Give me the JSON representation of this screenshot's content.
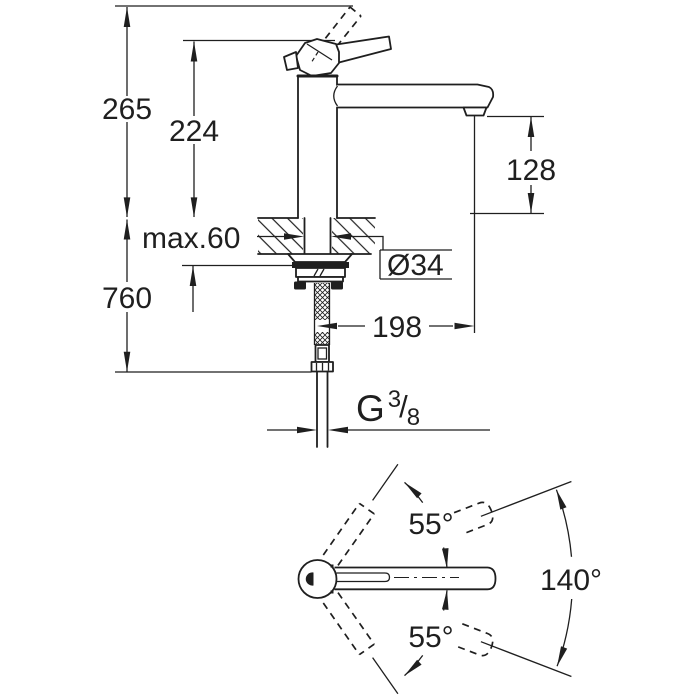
{
  "colors": {
    "background": "#ffffff",
    "line": "#1f1f1f"
  },
  "side_view": {
    "height_overall": "265",
    "height_to_lever": "224",
    "spout_height": "128",
    "deck_thickness": "max.60",
    "hose_length": "760",
    "hole_diameter": "Ø34",
    "spout_reach": "198",
    "thread": {
      "g": "G",
      "numerator": "3",
      "slash": "/",
      "denominator": "8"
    }
  },
  "top_view": {
    "swivel_upper": "55°",
    "swivel_total": "140°",
    "swivel_lower": "55°"
  }
}
